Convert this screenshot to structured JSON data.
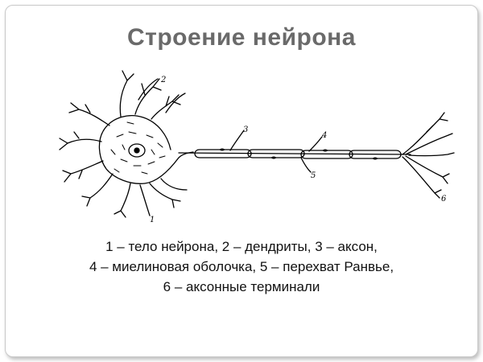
{
  "title": "Строение нейрона",
  "figure": {
    "labels": [
      "1",
      "2",
      "3",
      "4",
      "5",
      "6"
    ]
  },
  "caption": {
    "line1": "1 – тело нейрона, 2 – дендриты, 3 – аксон,",
    "line2": "4 – миелиновая оболочка, 5 – перехват Ранвье,",
    "line3": "6 – аксонные терминали"
  }
}
